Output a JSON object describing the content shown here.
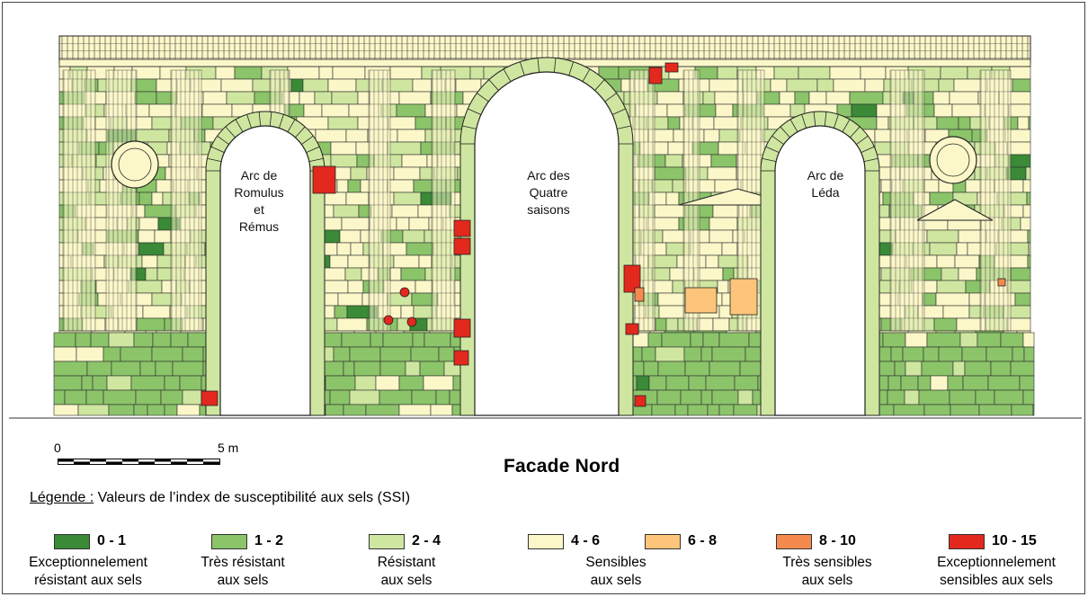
{
  "arches": [
    {
      "lines": [
        "Arc de",
        "Romulus",
        "et",
        "Rémus"
      ]
    },
    {
      "lines": [
        "Arc des",
        "Quatre",
        "saisons"
      ]
    },
    {
      "lines": [
        "Arc de",
        "Léda"
      ]
    }
  ],
  "scale": {
    "start": "0",
    "end": "5 m"
  },
  "title": "Facade Nord",
  "legend": {
    "prefix": "Légende :",
    "text": " Valeurs de l’index de susceptibilité aux sels (SSI)",
    "items": [
      {
        "range": "0 - 1",
        "desc": [
          "Exceptionnelement",
          "résistant aux sels"
        ],
        "color": "#3a8a37"
      },
      {
        "range": "1 - 2",
        "desc": [
          "Très résistant",
          "aux sels"
        ],
        "color": "#8cc46a"
      },
      {
        "range": "2 - 4",
        "desc": [
          "Résistant",
          "aux sels"
        ],
        "color": "#cfe6a0"
      },
      {
        "range": "4 - 6",
        "desc": [
          "Sensibles",
          "aux sels"
        ],
        "color": "#fbf7c9"
      },
      {
        "range": "6 - 8",
        "desc": [
          "",
          ""
        ],
        "color": "#fcc57a"
      },
      {
        "range": "8 - 10",
        "desc": [
          "Très sensibles",
          "aux sels"
        ],
        "color": "#f58a4e"
      },
      {
        "range": "10 - 15",
        "desc": [
          "Exceptionnelement",
          "sensibles aux sels"
        ],
        "color": "#e3281e"
      }
    ]
  }
}
